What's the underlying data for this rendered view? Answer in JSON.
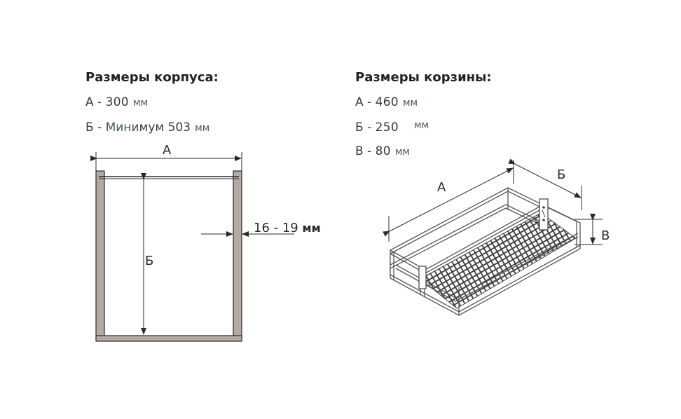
{
  "housing": {
    "title": "Размеры корпуса:",
    "a_prefix": "А - ",
    "a_value": "300",
    "a_unit": "мм",
    "b_prefix": "Б - ",
    "b_value_pre": "Мини",
    "b_value_post": "мум 503",
    "b_unit": "мм"
  },
  "basket": {
    "title": "Размеры корзины:",
    "a_prefix": "А - ",
    "a_value": "460",
    "a_unit": "мм",
    "b_prefix": "Б - ",
    "b_value": "250",
    "b_unit": "мм",
    "c_prefix": "В - ",
    "c_value": "80",
    "c_unit": "мм"
  },
  "diagram_labels": {
    "housing_width": "А",
    "housing_height": "Б",
    "wall_thickness": "16 - 19",
    "wall_unit": "мм",
    "basket_length": "А",
    "basket_width": "Б",
    "basket_height": "В"
  },
  "colors": {
    "panel_fill": "#b3aaa6",
    "line": "#2a2a2a",
    "wire": "#555555"
  }
}
